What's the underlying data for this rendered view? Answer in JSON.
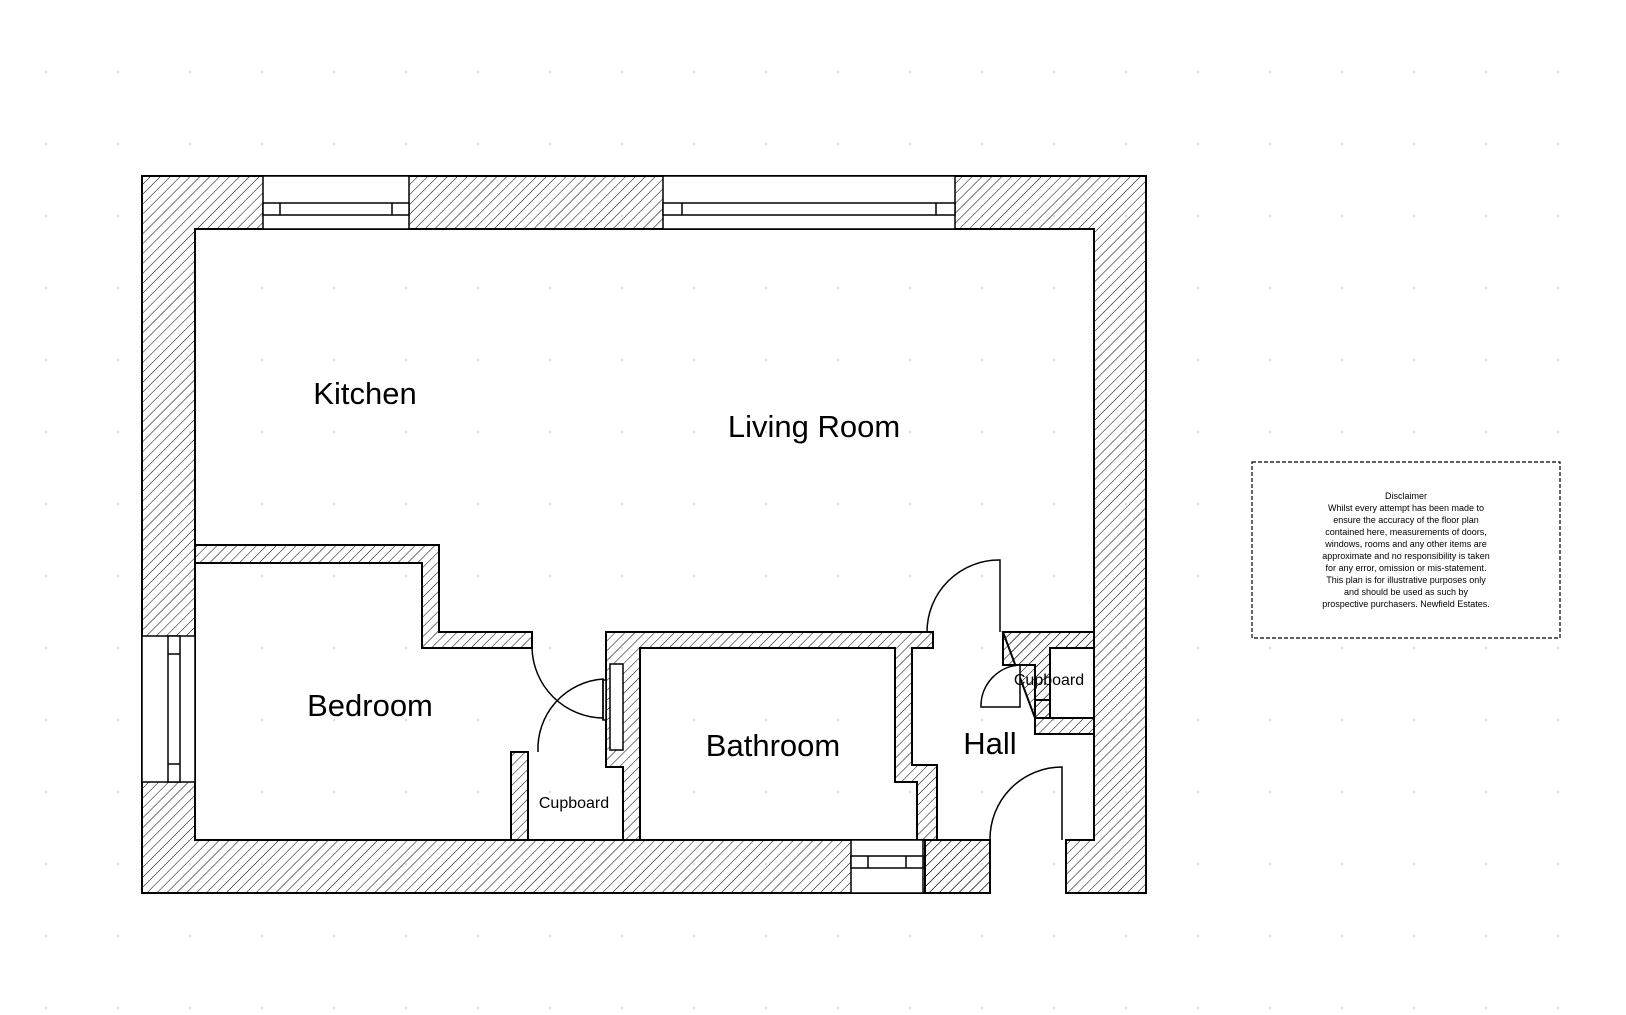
{
  "rooms": {
    "kitchen": "Kitchen",
    "living_room": "Living Room",
    "bedroom": "Bedroom",
    "bathroom": "Bathroom",
    "hall": "Hall",
    "cupboard_bedroom": "Cupboard",
    "cupboard_hall": "Cupboard"
  },
  "disclaimer": {
    "lines": [
      "Disclaimer",
      "Whilst every attempt has been made to",
      "ensure the accuracy of the floor plan",
      "contained here, measurements of doors,",
      "windows, rooms and any other items are",
      "approximate and no responsibility is taken",
      "for any error, omission or mis-statement.",
      "This plan is for illustrative purposes only",
      "and should be used as such by",
      "prospective purchasers. Newfield Estates."
    ]
  },
  "colors": {
    "line": "#000000",
    "background": "#ffffff",
    "dot_grid": "#b4b4b4"
  }
}
